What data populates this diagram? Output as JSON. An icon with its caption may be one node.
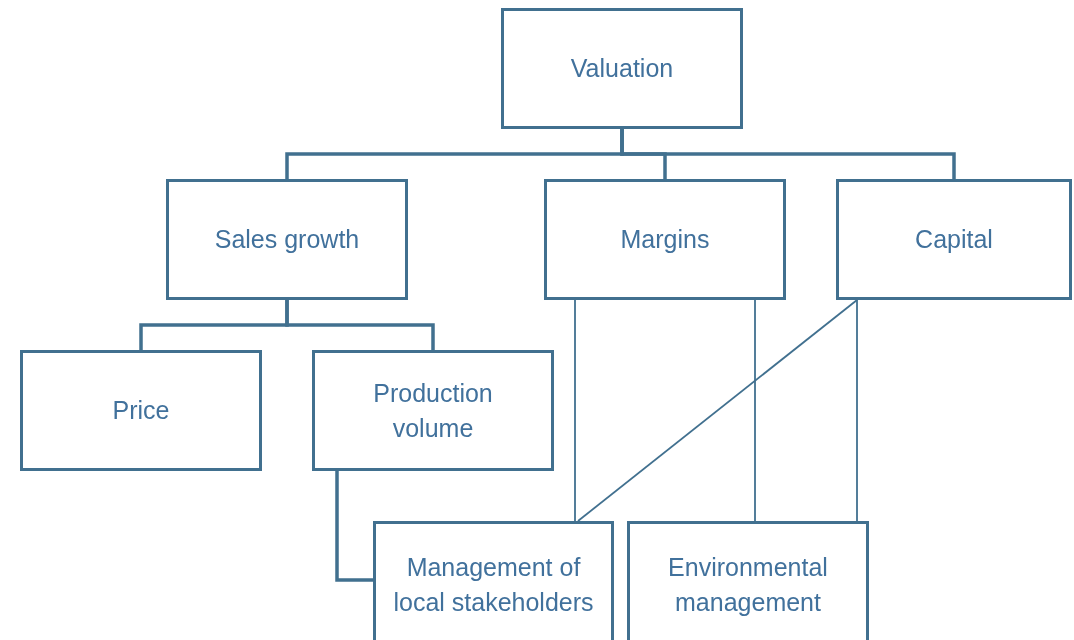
{
  "diagram": {
    "nodes": [
      {
        "text": [
          "Valuation"
        ]
      },
      {
        "text": [
          "Sales growth"
        ]
      },
      {
        "text": [
          "Margins"
        ]
      },
      {
        "text": [
          "Capital"
        ]
      },
      {
        "text": [
          "Price"
        ]
      },
      {
        "text": [
          "Production volume"
        ]
      },
      {
        "text": [
          "Management of local stakeholders"
        ]
      },
      {
        "text": [
          "Environmental management"
        ]
      }
    ],
    "edges": [
      {
        "from": 0,
        "to": 1,
        "arrow": "none"
      },
      {
        "from": 0,
        "to": 2,
        "arrow": "none"
      },
      {
        "from": 0,
        "to": 3,
        "arrow": "none"
      },
      {
        "from": 1,
        "to": 4,
        "arrow": "none"
      },
      {
        "from": 1,
        "to": 5,
        "arrow": "none"
      },
      {
        "from": 5,
        "to": 6,
        "arrow": "none"
      },
      {
        "from": 2,
        "to": 6,
        "arrow": "none"
      },
      {
        "from": 2,
        "to": 7,
        "arrow": "none"
      },
      {
        "from": 3,
        "to": 6,
        "arrow": "none"
      },
      {
        "from": 3,
        "to": 7,
        "arrow": "none"
      }
    ]
  }
}
